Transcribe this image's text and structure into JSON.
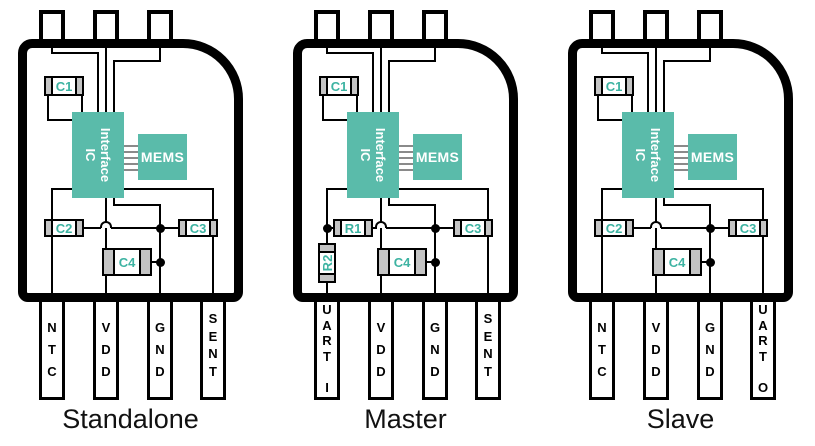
{
  "colors": {
    "block_teal": "#5ABBAA",
    "component_label_teal": "#3DB3A2",
    "cap_gray": "#C4C4C4",
    "bus_gray": "#8A8A8A",
    "wire_black": "#000000"
  },
  "diagrams": [
    {
      "variant": "standalone",
      "caption": "Standalone",
      "ic": [
        "Interface",
        "IC"
      ],
      "mems": "MEMS",
      "components": [
        {
          "id": "c1",
          "label": "C1"
        },
        {
          "id": "c2",
          "label": "C2"
        },
        {
          "id": "c3",
          "label": "C3"
        },
        {
          "id": "c4",
          "label": "C4"
        }
      ],
      "pins": [
        "NTC",
        "VDD",
        "GND",
        "SENT"
      ]
    },
    {
      "variant": "master",
      "caption": "Master",
      "ic": [
        "Interface",
        "IC"
      ],
      "mems": "MEMS",
      "components": [
        {
          "id": "c1",
          "label": "C1"
        },
        {
          "id": "r1",
          "label": "R1"
        },
        {
          "id": "r2",
          "label": "R2"
        },
        {
          "id": "c3",
          "label": "C3"
        },
        {
          "id": "c4",
          "label": "C4"
        }
      ],
      "pins": [
        "UART I",
        "VDD",
        "GND",
        "SENT"
      ]
    },
    {
      "variant": "slave",
      "caption": "Slave",
      "ic": [
        "Interface",
        "IC"
      ],
      "mems": "MEMS",
      "components": [
        {
          "id": "c1",
          "label": "C1"
        },
        {
          "id": "c2",
          "label": "C2"
        },
        {
          "id": "c3",
          "label": "C3"
        },
        {
          "id": "c4",
          "label": "C4"
        }
      ],
      "pins": [
        "NTC",
        "VDD",
        "GND",
        "UART O"
      ]
    }
  ]
}
